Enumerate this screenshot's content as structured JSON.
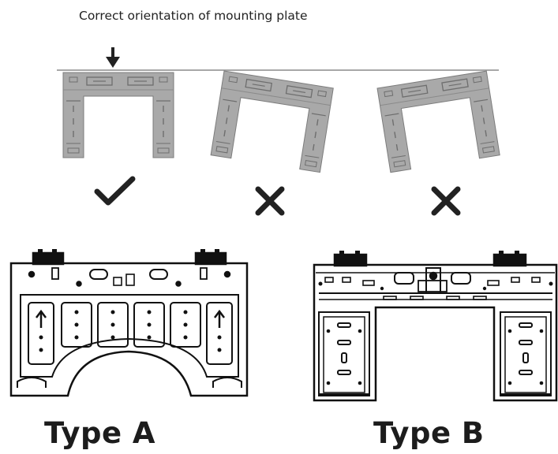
{
  "diagram": {
    "caption": "Correct orientation of mounting plate",
    "type_a_label": "Type A",
    "type_b_label": "Type B",
    "orientations": [
      {
        "status": "correct",
        "icon": "check-mark-icon"
      },
      {
        "status": "incorrect",
        "icon": "cross-mark-icon"
      },
      {
        "status": "incorrect",
        "icon": "cross-mark-icon"
      }
    ],
    "colors": {
      "plate_fill": "#a9a9a9",
      "plate_stroke": "#7c7c7c",
      "line_art": "#111111",
      "text": "#222222"
    }
  }
}
